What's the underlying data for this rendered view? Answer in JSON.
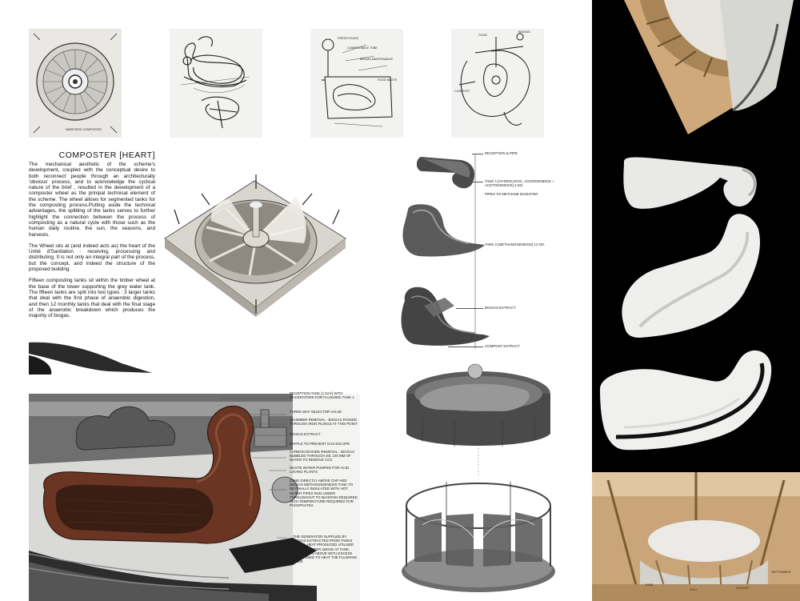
{
  "composter": {
    "title": "COMPOSTER [HEART]",
    "paragraphs": [
      "The mechanical aesthetic of the scheme's development, coupled with the conceptual desire to both reconnect people through an architecturally 'obvious' process, and to acknowledge the cyclical nature of the brief , resulted in the development of a composter wheel as the prinipal technical element of the scheme. The wheel allows for segmented tanks for the composting process.Putting aside the technical advantages, the splitting of the tanks serves to further highlight the connection between the process of composting as a natural cycle with those such as the human daily routine, the sun, the seasons, and harvests.",
      "The Wheel sits at (and indeed acts as) the heart of the Unité d'Sanitation : receiving, processing and distributing. It is not only an integral part of the process, but the concept, and indeed the structure of the proposed building.",
      "Fifteen composting tanks sit within the timber wheel at the base of the tower supporting the grey water tank. The fifteen tanks are split into two types : 3 larger tanks that deal with the first phase of anaerobic digestion, and then 12 monthly tanks that deal with the final stage of the anaerobic breakdown which produces the majority of biogas."
    ]
  },
  "thumb1_label": "VARIFORCE COMPOSTER",
  "sketch_labels": {
    "s3_a": "FRESH FOODS",
    "s3_b": "COMPOSTABLE TUBE",
    "s3_c": "BIOGAS MAINTENANCE",
    "s3_d": "FOOD WASTE",
    "s4_a": "BIOGAS",
    "s4_b": "FOOD",
    "s4_c": "COMPOST"
  },
  "tank_labels": {
    "reception": "RECEPTION & PIPE",
    "tank1": "TANK 1 [HYDROLOGIC, ACIDOGENESIS + ACETOGENESIS] 3 NO.",
    "pipes": "PIPES TO METHANE DIGESTER",
    "tank2": "TANK 2 [METHANOGENESIS] 12 NO.",
    "biogas": "BIOGAS EXTRACT",
    "compost": "COMPOST EXTRACT"
  },
  "section_labels": [
    "RECEPTION TANK [1 DAY] WITH MACERATORS FOR FLUSHING TANK 1",
    "THREE WAY SELECTOR VALVE",
    "SKUMMER REMOVAL - BIOGAS PASSED THROUGH IRON FILINGS AT THIS POINT",
    "BIOGAS EXTRACT",
    "BAFFLE TO PREVENT GAS ESCAPE",
    "CARBON DIOXIDE REMOVAL - BIOGAS BUBBLED THROUGH 40L 100 MM OF WATER TO REMOVE CO2",
    "WASTE WATER PUMPED FOR ACID LOVING PLANTS",
    "ZONE DIRECTLY ABOVE CHP AND BIOGAS METHANOGENESIS TANK TO BE FINALLY INSULATED WITH HOT WATER PIPES RUN UNDER THROUGHOUT TO MAINTAIN REQUIRED HIGH TEMPERATURE REQUIRED FOR PHOSPHATES",
    "THE GENERATOR SUPPLIED BY BIOGAS EXTRACTED FROM TANKS ABOVE. HEAT PRODUCED UTILISED TO HEAT WATER ABOVE AT TANK, HEAT TANKS ABOVE WITH EXCESS BEING USED TO HEAT THE FLUSHING PODS"
  ],
  "wheel_months": {
    "june": "JUNE",
    "july": "JULY",
    "august": "AUGUST",
    "september": "SEPTEMBER"
  },
  "colors": {
    "ink": "#1a1a1a",
    "timber": "#c9a67a",
    "timber_dark": "#8a6a42",
    "tank_brown": "#5a2f1c",
    "panel": "#000000",
    "cast": "#ececea"
  }
}
